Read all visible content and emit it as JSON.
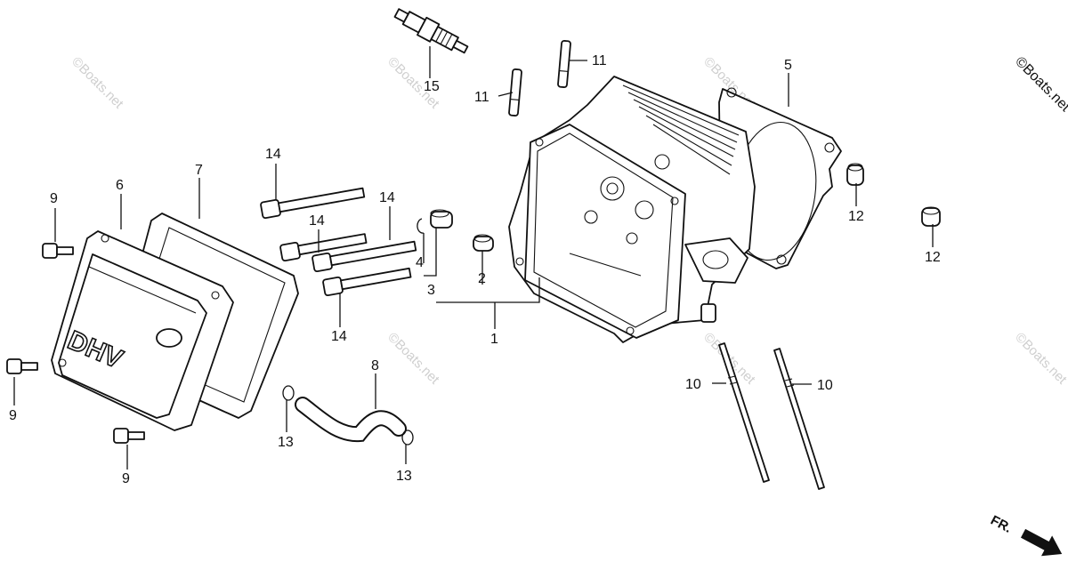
{
  "diagram": {
    "part_numbers": {
      "p1": "1",
      "p2": "2",
      "p3": "3",
      "p4": "4",
      "p5": "5",
      "p6": "6",
      "p7": "7",
      "p8": "8",
      "p9a": "9",
      "p9b": "9",
      "p9c": "9",
      "p10a": "10",
      "p10b": "10",
      "p11a": "11",
      "p11b": "11",
      "p12a": "12",
      "p12b": "12",
      "p13a": "13",
      "p13b": "13",
      "p14a": "14",
      "p14b": "14",
      "p14c": "14",
      "p14d": "14",
      "p15": "15"
    },
    "cover_emboss": "DHV",
    "direction_marker": "FR.",
    "watermark": "©Boats.net"
  }
}
